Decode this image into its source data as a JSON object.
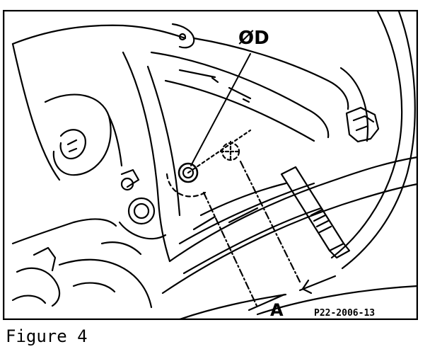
{
  "figure": {
    "caption": "Figure 4",
    "part_code": "P22-2006-13",
    "labels": {
      "diameter": "ØD",
      "distance": "A"
    }
  }
}
